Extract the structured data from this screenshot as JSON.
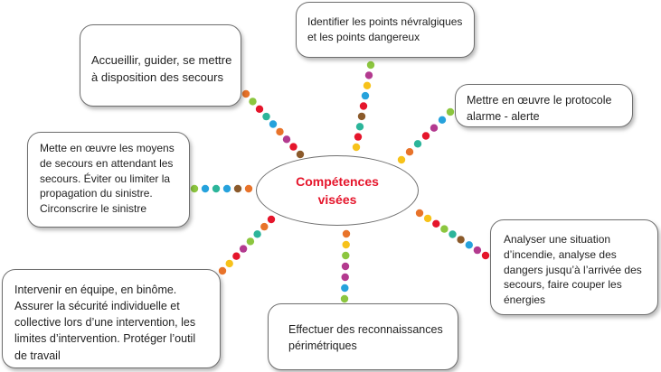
{
  "center": {
    "label": "Compétences\nvisées",
    "color": "#e5152b"
  },
  "boxes": {
    "top": "Identifier les points névralgiques\net les points dangereux",
    "top_left": "Accueillir, guider, se mettre\nà disposition des secours",
    "top_right": "Mettre en œuvre le protocole\nalarme - alerte",
    "left": "Mette en œuvre les moyens\nde secours en attendant les\nsecours. Éviter ou limiter la\npropagation du sinistre.\nCirconscrire le sinistre",
    "right": "Analyser une situation\nd’incendie, analyse des\ndangers jusqu’à l’arrivée des\nsecours, faire couper les\nénergies",
    "bottom_left": "Intervenir en équipe, en binôme.\nAssurer la sécurité individuelle et\ncollective lors d’une intervention, les\nlimites d’intervention. Protéger l’outil\nde travail",
    "bottom": "Effectuer des reconnaissances\npérimétriques"
  },
  "dot_palette": [
    "#f7c21a",
    "#e8732a",
    "#b33a8f",
    "#8cc63f",
    "#26a2dc",
    "#8b5a2b",
    "#e5152b",
    "#2cb59a"
  ]
}
